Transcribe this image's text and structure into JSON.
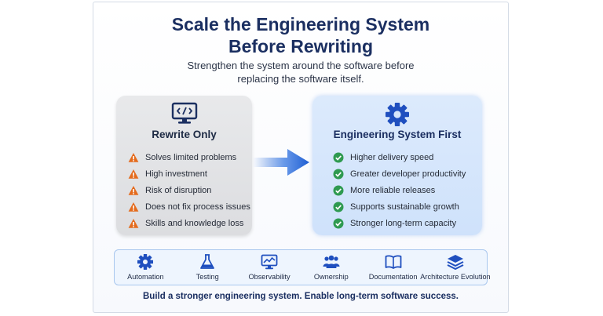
{
  "title_lines": [
    "Scale the Engineering System",
    "Before Rewriting"
  ],
  "subtitle_lines": [
    "Strengthen the system around the software before",
    "replacing the software itself."
  ],
  "left_panel": {
    "icon": "code-monitor-icon",
    "title": "Rewrite Only",
    "items": [
      "Solves limited problems",
      "High investment",
      "Risk of disruption",
      "Does not fix process issues",
      "Skills and knowledge loss"
    ]
  },
  "right_panel": {
    "icon": "gear-icon",
    "title": "Engineering System First",
    "items": [
      "Higher delivery speed",
      "Greater developer productivity",
      "More reliable releases",
      "Supports sustainable growth",
      "Stronger long-term capacity"
    ]
  },
  "tools": [
    {
      "label": "Automation",
      "icon": "gear-icon"
    },
    {
      "label": "Testing",
      "icon": "flask-icon"
    },
    {
      "label": "Observability",
      "icon": "monitor-chart-icon"
    },
    {
      "label": "Ownership",
      "icon": "people-icon"
    },
    {
      "label": "Documentation",
      "icon": "book-icon"
    },
    {
      "label": "Architecture Evolution",
      "icon": "layers-icon"
    }
  ],
  "tagline": "Build a stronger engineering system. Enable long-term software success.",
  "colors": {
    "navy": "#1b2f61",
    "accent_blue": "#1f63d6",
    "warning_orange": "#e46b1d",
    "success_green": "#2f9a50"
  }
}
